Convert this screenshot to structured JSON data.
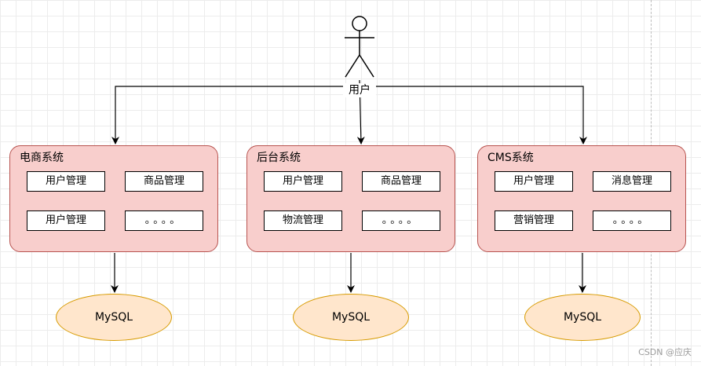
{
  "actor": {
    "label": "用户"
  },
  "systems": [
    {
      "title": "电商系统",
      "modules": [
        "用户管理",
        "商品管理",
        "用户管理",
        "。。。。"
      ],
      "database": "MySQL"
    },
    {
      "title": "后台系统",
      "modules": [
        "用户管理",
        "商品管理",
        "物流管理",
        "。。。。"
      ],
      "database": "MySQL"
    },
    {
      "title": "CMS系统",
      "modules": [
        "用户管理",
        "消息管理",
        "营销管理",
        "。。。。"
      ],
      "database": "MySQL"
    }
  ],
  "watermark": "CSDN @应庆",
  "colors": {
    "system_fill": "#f8cecc",
    "system_stroke": "#b85450",
    "db_fill": "#ffe6cc",
    "db_stroke": "#d79b00"
  }
}
